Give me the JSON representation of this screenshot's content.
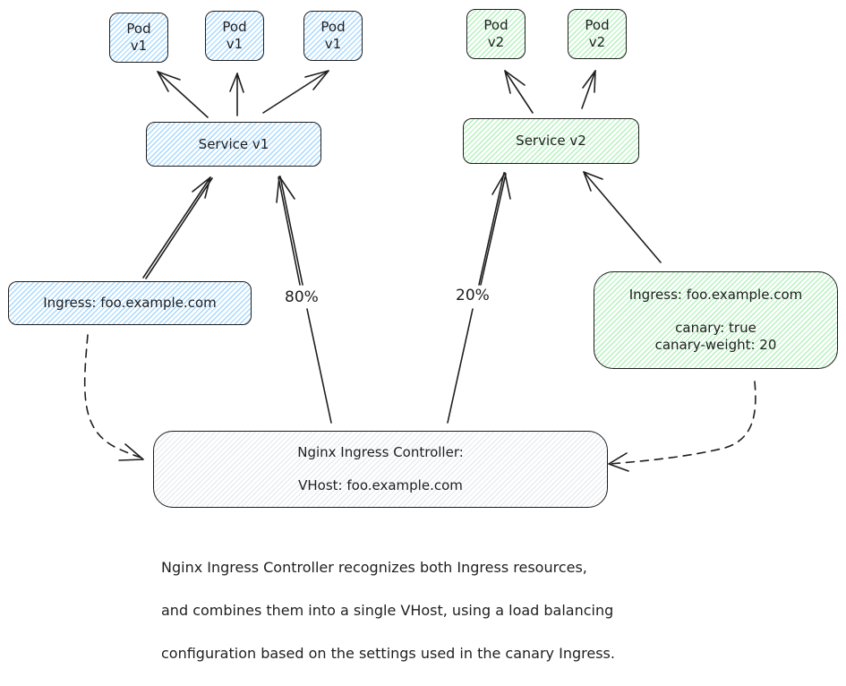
{
  "colors": {
    "v1_fill": "#a5d8ff",
    "v2_fill": "#b2f2bb",
    "controller_fill": "#e9ecef",
    "stroke": "#1e1e1e"
  },
  "pods_v1": [
    {
      "line1": "Pod",
      "line2": "v1"
    },
    {
      "line1": "Pod",
      "line2": "v1"
    },
    {
      "line1": "Pod",
      "line2": "v1"
    }
  ],
  "pods_v2": [
    {
      "line1": "Pod",
      "line2": "v2"
    },
    {
      "line1": "Pod",
      "line2": "v2"
    }
  ],
  "service_v1": {
    "label": "Service v1"
  },
  "service_v2": {
    "label": "Service v2"
  },
  "ingress_v1": {
    "label": "Ingress: foo.example.com"
  },
  "ingress_canary": {
    "label": "Ingress: foo.example.com",
    "canary": "canary: true",
    "canary_weight": "canary-weight: 20"
  },
  "controller": {
    "title": "Nginx Ingress Controller:",
    "vhost": "VHost: foo.example.com"
  },
  "traffic": {
    "v1_weight": "80%",
    "v2_weight": "20%"
  },
  "caption": {
    "line1": "Nginx Ingress Controller recognizes both Ingress resources,",
    "line2": "and combines them into a single VHost, using a load balancing",
    "line3": "configuration based on the settings used in the canary Ingress."
  }
}
